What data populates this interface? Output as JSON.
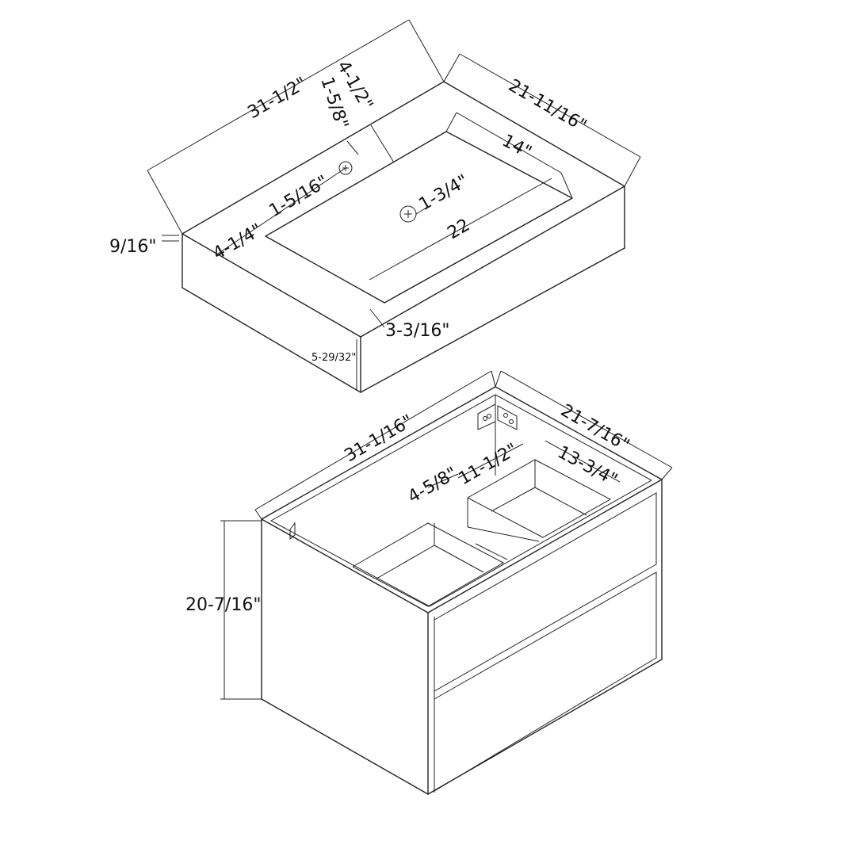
{
  "basin": {
    "length": "31-1/2\"",
    "depth": "21-11/16\"",
    "rim_back": "4-1/2\"",
    "drain_offset_back": "1-5/8\"",
    "drain_offset_side": "1-5/16\"",
    "rim_side": "4-1/4\"",
    "bowl_width": "14\"",
    "bowl_depth_label": "1-3/4\"",
    "bowl_length": "22",
    "rim_front": "3-3/16\"",
    "rim_thickness": "9/16\"",
    "height": "5-29/32\""
  },
  "cabinet": {
    "width": "31-1/16\"",
    "depth": "21-7/16\"",
    "height": "20-7/16\"",
    "drawer_gap": "4-5/8\"",
    "drawer_width": "11-1/2\"",
    "drawer_depth": "13-3/4\""
  }
}
